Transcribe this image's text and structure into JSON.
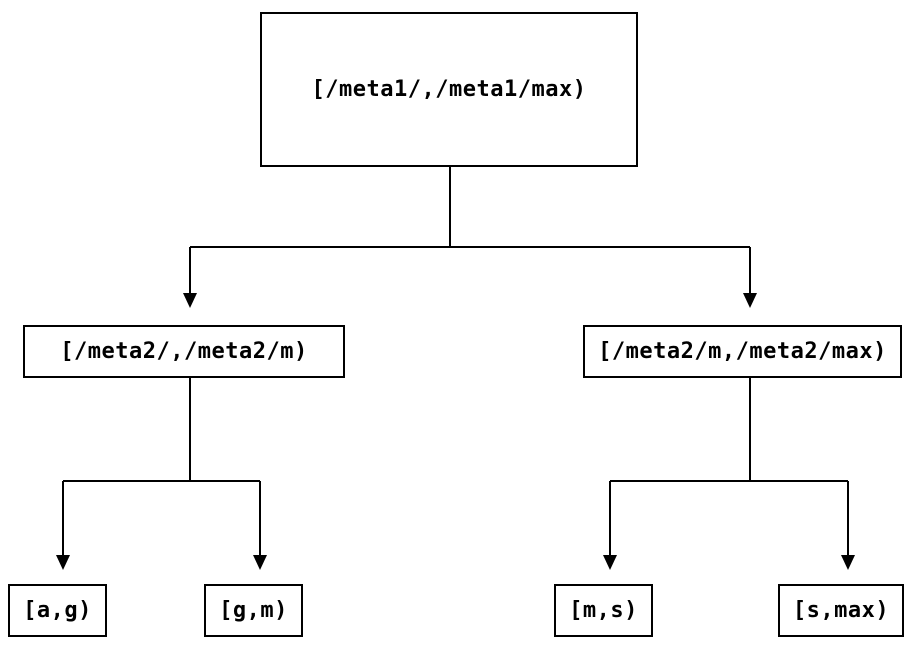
{
  "diagram": {
    "type": "tree",
    "background_color": "#ffffff",
    "line_color": "#000000",
    "text_color": "#000000",
    "nodes": {
      "root": {
        "label": "[/meta1/,/meta1/max)"
      },
      "left_child": {
        "label": "[/meta2/,/meta2/m)"
      },
      "right_child": {
        "label": "[/meta2/m,/meta2/max)"
      },
      "leaf_ag": {
        "label": "[a,g)"
      },
      "leaf_gm": {
        "label": "[g,m)"
      },
      "leaf_ms": {
        "label": "[m,s)"
      },
      "leaf_smax": {
        "label": "[s,max)"
      }
    },
    "edges": [
      {
        "from": "root",
        "to": [
          "left_child",
          "right_child"
        ]
      },
      {
        "from": "left_child",
        "to": [
          "leaf_ag",
          "leaf_gm"
        ]
      },
      {
        "from": "right_child",
        "to": [
          "leaf_ms",
          "leaf_smax"
        ]
      }
    ]
  }
}
